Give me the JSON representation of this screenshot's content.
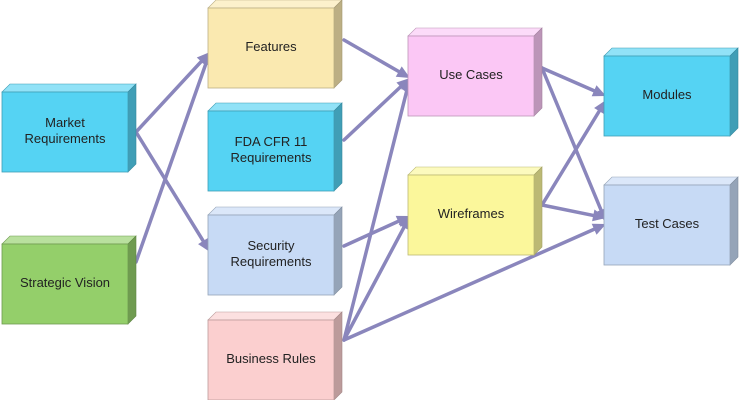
{
  "diagram": {
    "nodes": [
      {
        "id": "market",
        "lines": [
          "Market",
          "Requirements"
        ],
        "color": "#55d3f3"
      },
      {
        "id": "strategic",
        "lines": [
          "Strategic Vision"
        ],
        "color": "#94cf6a"
      },
      {
        "id": "features",
        "lines": [
          "Features"
        ],
        "color": "#fae9b0"
      },
      {
        "id": "fda",
        "lines": [
          "FDA CFR 11",
          "Requirements"
        ],
        "color": "#55d3f3"
      },
      {
        "id": "security",
        "lines": [
          "Security",
          "Requirements"
        ],
        "color": "#c7daf5"
      },
      {
        "id": "business",
        "lines": [
          "Business Rules"
        ],
        "color": "#fbcfcf"
      },
      {
        "id": "usecases",
        "lines": [
          "Use Cases"
        ],
        "color": "#fbc7f5"
      },
      {
        "id": "wireframes",
        "lines": [
          "Wireframes"
        ],
        "color": "#fbf79b"
      },
      {
        "id": "modules",
        "lines": [
          "Modules"
        ],
        "color": "#55d3f3"
      },
      {
        "id": "testcases",
        "lines": [
          "Test Cases"
        ],
        "color": "#c7daf5"
      }
    ],
    "edges": [
      {
        "from": "market",
        "to": "features"
      },
      {
        "from": "market",
        "to": "security"
      },
      {
        "from": "strategic",
        "to": "features"
      },
      {
        "from": "features",
        "to": "usecases"
      },
      {
        "from": "fda",
        "to": "usecases"
      },
      {
        "from": "security",
        "to": "wireframes"
      },
      {
        "from": "business",
        "to": "usecases"
      },
      {
        "from": "business",
        "to": "wireframes"
      },
      {
        "from": "business",
        "to": "testcases"
      },
      {
        "from": "usecases",
        "to": "modules"
      },
      {
        "from": "usecases",
        "to": "testcases"
      },
      {
        "from": "wireframes",
        "to": "modules"
      },
      {
        "from": "wireframes",
        "to": "testcases"
      }
    ],
    "edge_color": "#8a86bc"
  }
}
